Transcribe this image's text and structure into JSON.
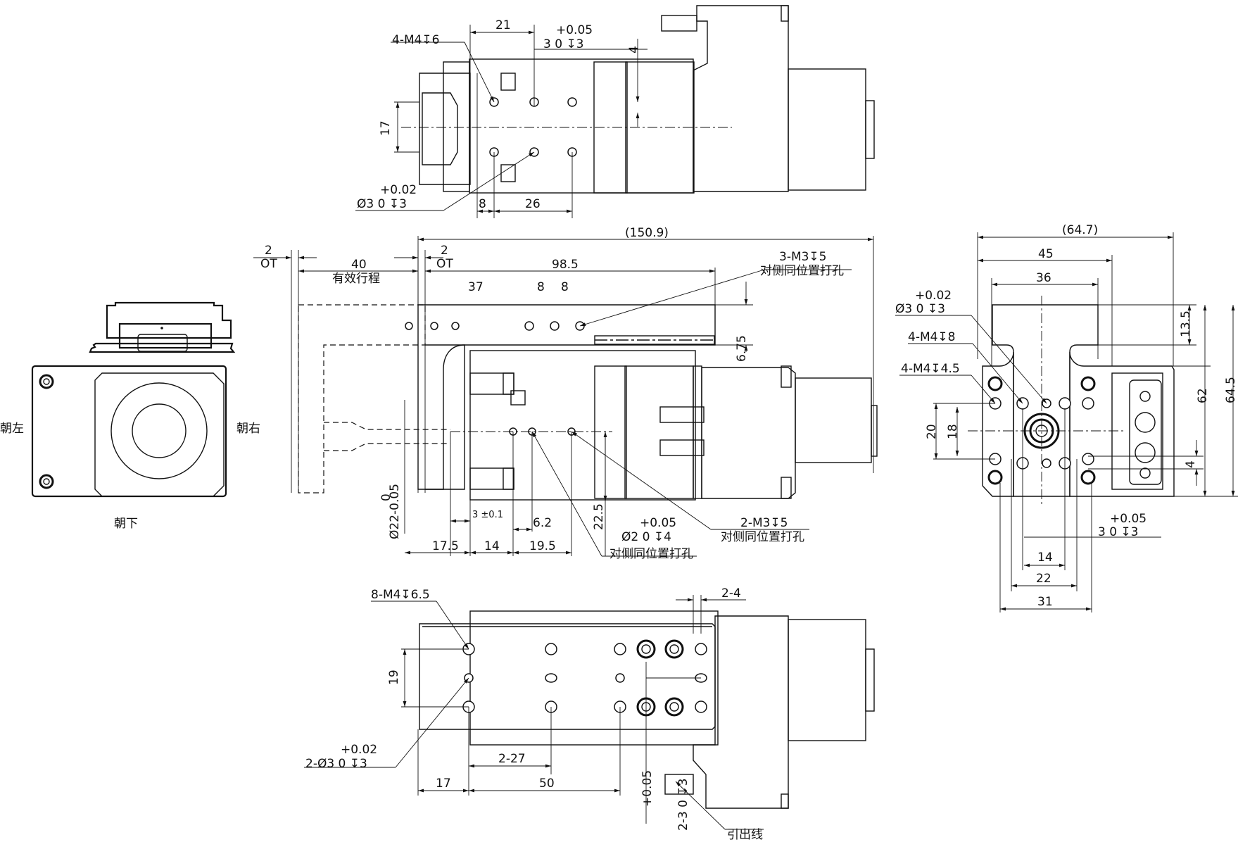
{
  "views": {
    "top": {
      "callout_tapped_holes": "4-M4↧6",
      "dim_21": "21",
      "tol_upper_30": "+0.05",
      "callout_dowel_30": "3  0    ↧3",
      "dim_4": "4",
      "dim_17": "17",
      "tol_upper_dowel": "+0.02",
      "callout_dowel_dia": "Ø3  0    ↧3",
      "dim_8": "8",
      "dim_26": "26"
    },
    "left": {
      "label_left": "朝左",
      "label_right": "朝右",
      "label_down": "朝下"
    },
    "front": {
      "overall_length": "(150.9)",
      "ot_left_value": "2",
      "ot_left_label": "OT",
      "ot_right_value": "2",
      "ot_right_label": "OT",
      "stroke_value": "40",
      "stroke_label": "有效行程",
      "dim_98_5": "98.5",
      "callout_m3_top": "3-M3↧5",
      "callout_m3_top_note": "对侧同位置打孔",
      "dim_37": "37",
      "dim_8a": "8",
      "dim_8b": "8",
      "dim_6_75": "6.75",
      "dim_shaft": "Ø22-0.05",
      "dim_shaft_upper": "0",
      "dim_3_tol": "3 ±0.1",
      "dim_6_2": "6.2",
      "dim_22_5": "22.5",
      "tol_upper_20": "+0.05",
      "callout_dia20": "Ø2  0    ↧4",
      "callout_m3_right": "2-M3↧5",
      "callout_m3_right_note": "对侧同位置打孔",
      "dim_17_5": "17.5",
      "dim_14": "14",
      "dim_19_5": "19.5",
      "callout_dia20_note": "对侧同位置打孔"
    },
    "right": {
      "overall_width": "(64.7)",
      "dim_45": "45",
      "dim_36": "36",
      "tol_upper_dowel": "+0.02",
      "callout_dowel": "Ø3  0    ↧3",
      "callout_m4_8": "4-M4↧8",
      "callout_m4_4_5": "4-M4↧4.5",
      "dim_20": "20",
      "dim_18": "18",
      "dim_13_5": "13.5",
      "dim_62": "62",
      "dim_64_5": "64.5",
      "dim_4": "4",
      "tol_upper_30": "+0.05",
      "callout_30": "3  0    ↧3",
      "dim_14": "14",
      "dim_22": "22",
      "dim_31": "31"
    },
    "bottom": {
      "callout_m4": "8-M4↧6.5",
      "dim_2_4": "2-4",
      "dim_19": "19",
      "tol_upper_dowel": "+0.02",
      "callout_dowel": "2-Ø3  0    ↧3",
      "dim_2_27": "2-27",
      "dim_17": "17",
      "dim_50": "50",
      "callout_vertical_tol": "+0.05",
      "callout_vertical": "2-3  0  ↧3",
      "callout_lead": "引出线"
    }
  }
}
